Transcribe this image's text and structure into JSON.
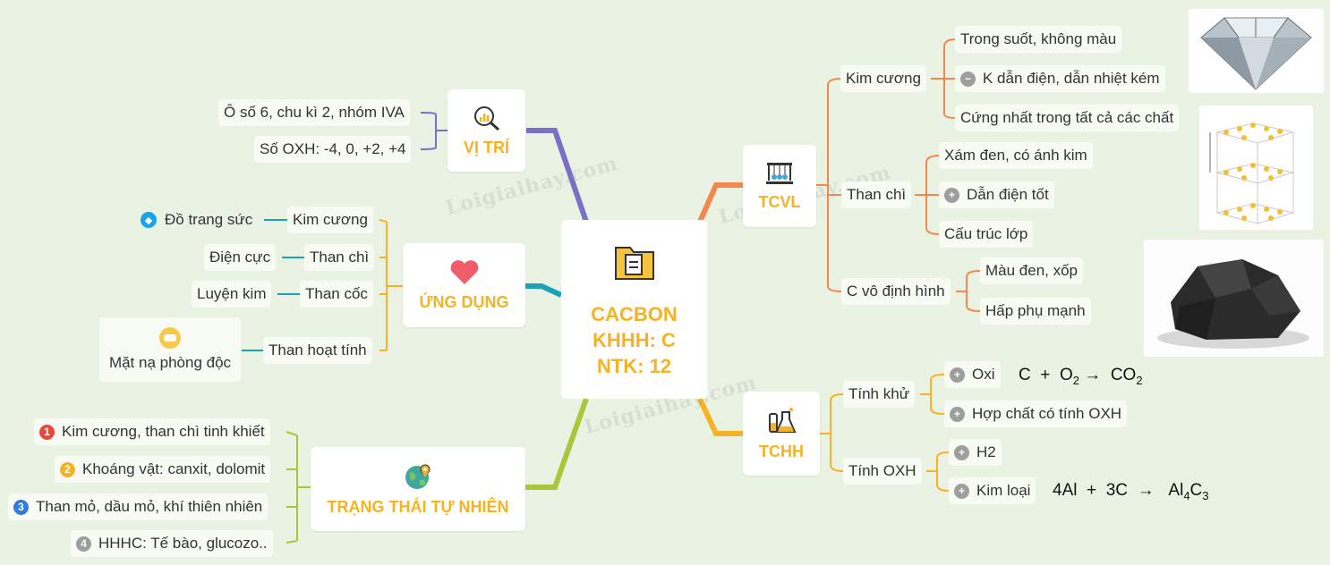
{
  "center": {
    "line1": "CACBON",
    "line2": "KHHH: C",
    "line3": "NTK: 12"
  },
  "vitri": {
    "label": "VỊ TRÍ",
    "items": [
      "Ô số 6, chu kì 2, nhóm IVA",
      "Số OXH: -4, 0, +2, +4"
    ]
  },
  "ungdung": {
    "label": "ỨNG DỤNG",
    "items": [
      {
        "name": "Kim cương",
        "use": "Đồ trang sức"
      },
      {
        "name": "Than chì",
        "use": "Điện cực"
      },
      {
        "name": "Than cốc",
        "use": "Luyện kim"
      },
      {
        "name": "Than hoạt tính",
        "use": "Mặt nạ phòng độc"
      }
    ]
  },
  "trangthai": {
    "label": "TRẠNG THÁI TỰ NHIÊN",
    "items": [
      {
        "num": "1",
        "text": "Kim cương, than chì tinh khiết"
      },
      {
        "num": "2",
        "text": "Khoáng vật: canxit, dolomit"
      },
      {
        "num": "3",
        "text": "Than mỏ, dầu mỏ, khí thiên nhiên"
      },
      {
        "num": "4",
        "text": "HHHC: Tế bào, glucozo.."
      }
    ]
  },
  "tcvl": {
    "label": "TCVL",
    "kimcuong": {
      "label": "Kim cương",
      "items": [
        "Trong suốt, không màu",
        "K dẫn điện, dẫn nhiệt kém",
        "Cứng nhất trong tất cả các chất"
      ]
    },
    "thanchi": {
      "label": "Than chì",
      "items": [
        "Xám đen, có ánh kim",
        "Dẫn điện tốt",
        "Cấu trúc lớp"
      ]
    },
    "vodinhhinh": {
      "label": "C vô định hình",
      "items": [
        "Màu đen, xốp",
        "Hấp phụ mạnh"
      ]
    }
  },
  "tchh": {
    "label": "TCHH",
    "tinhkhu": {
      "label": "Tính khử",
      "items": [
        "Oxi",
        "Hợp chất có tính OXH"
      ]
    },
    "tinhoxh": {
      "label": "Tính OXH",
      "items": [
        "H2",
        "Kim loại"
      ]
    },
    "eq1": {
      "a": "C",
      "plus": "+",
      "b": "O",
      "b_sub": "2",
      "arrow": "→",
      "c": "CO",
      "c_sub": "2"
    },
    "eq2": {
      "a": "4Al",
      "plus": "+",
      "b": "3C",
      "arrow": "→",
      "c1": "Al",
      "c1_sub": "4",
      "c2": "C",
      "c2_sub": "3"
    }
  },
  "watermark": "Loigiaihay.com",
  "colors": {
    "vitri": "#7b6fc6",
    "ungdung": "#1aa3b8",
    "trangthai": "#a8c83b",
    "tcvl": "#f2884b",
    "tchh": "#f5b324",
    "accent": "#f5b324"
  },
  "icons": [
    "folder-icon",
    "search-chart-icon",
    "heart-icon",
    "globe-pin-icon",
    "newton-cradle-icon",
    "flask-icon",
    "gem-icon",
    "mask-icon",
    "minus-circle-icon",
    "plus-circle-icon"
  ]
}
